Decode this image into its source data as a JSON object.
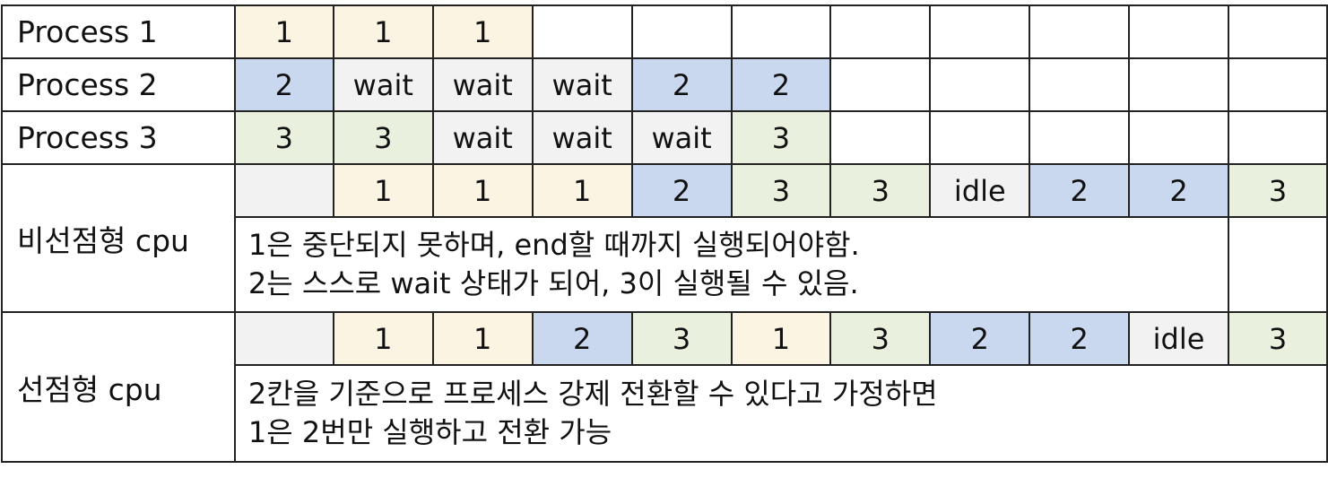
{
  "rows": [
    {
      "label": "Process 1",
      "cells": [
        {
          "text": "1",
          "kind": "p1"
        },
        {
          "text": "1",
          "kind": "p1"
        },
        {
          "text": "1",
          "kind": "p1"
        },
        {
          "text": "",
          "kind": "empty"
        },
        {
          "text": "",
          "kind": "empty"
        },
        {
          "text": "",
          "kind": "empty"
        },
        {
          "text": "",
          "kind": "empty"
        },
        {
          "text": "",
          "kind": "empty"
        },
        {
          "text": "",
          "kind": "empty"
        },
        {
          "text": "",
          "kind": "empty"
        },
        {
          "text": "",
          "kind": "empty"
        }
      ]
    },
    {
      "label": "Process 2",
      "cells": [
        {
          "text": "2",
          "kind": "p2"
        },
        {
          "text": "wait",
          "kind": "wait"
        },
        {
          "text": "wait",
          "kind": "wait"
        },
        {
          "text": "wait",
          "kind": "wait"
        },
        {
          "text": "2",
          "kind": "p2"
        },
        {
          "text": "2",
          "kind": "p2"
        },
        {
          "text": "",
          "kind": "empty"
        },
        {
          "text": "",
          "kind": "empty"
        },
        {
          "text": "",
          "kind": "empty"
        },
        {
          "text": "",
          "kind": "empty"
        },
        {
          "text": "",
          "kind": "empty"
        }
      ]
    },
    {
      "label": "Process 3",
      "cells": [
        {
          "text": "3",
          "kind": "p3"
        },
        {
          "text": "3",
          "kind": "p3"
        },
        {
          "text": "wait",
          "kind": "wait"
        },
        {
          "text": "wait",
          "kind": "wait"
        },
        {
          "text": "wait",
          "kind": "wait"
        },
        {
          "text": "3",
          "kind": "p3"
        },
        {
          "text": "",
          "kind": "empty"
        },
        {
          "text": "",
          "kind": "empty"
        },
        {
          "text": "",
          "kind": "empty"
        },
        {
          "text": "",
          "kind": "empty"
        },
        {
          "text": "",
          "kind": "empty"
        }
      ]
    }
  ],
  "nonpreemptive": {
    "label": "비선점형 cpu",
    "cells": [
      {
        "text": "",
        "kind": "wait"
      },
      {
        "text": "1",
        "kind": "p1"
      },
      {
        "text": "1",
        "kind": "p1"
      },
      {
        "text": "1",
        "kind": "p1"
      },
      {
        "text": "2",
        "kind": "p2"
      },
      {
        "text": "3",
        "kind": "p3"
      },
      {
        "text": "3",
        "kind": "p3"
      },
      {
        "text": "idle",
        "kind": "wait"
      },
      {
        "text": "2",
        "kind": "p2"
      },
      {
        "text": "2",
        "kind": "p2"
      },
      {
        "text": "3",
        "kind": "p3"
      }
    ],
    "note_lines": [
      "1은 중단되지 못하며, end할 때까지 실행되어야함.",
      "2는 스스로 wait 상태가 되어, 3이 실행될 수 있음."
    ]
  },
  "preemptive": {
    "label": "선점형 cpu",
    "cells": [
      {
        "text": "",
        "kind": "wait"
      },
      {
        "text": "1",
        "kind": "p1"
      },
      {
        "text": "1",
        "kind": "p1"
      },
      {
        "text": "2",
        "kind": "p2"
      },
      {
        "text": "3",
        "kind": "p3"
      },
      {
        "text": "1",
        "kind": "p1"
      },
      {
        "text": "3",
        "kind": "p3"
      },
      {
        "text": "2",
        "kind": "p2"
      },
      {
        "text": "2",
        "kind": "p2"
      },
      {
        "text": "idle",
        "kind": "wait"
      },
      {
        "text": "3",
        "kind": "p3"
      }
    ],
    "note_lines": [
      "2칸을 기준으로 프로세스 강제 전환할 수 있다고 가정하면",
      "1은 2번만 실행하고 전환 가능"
    ]
  },
  "colors": {
    "p1": "#fcf4e2",
    "p2": "#c9d8ef",
    "p3": "#e9f0dd",
    "wait": "#f2f2f2",
    "empty": "#ffffff"
  }
}
